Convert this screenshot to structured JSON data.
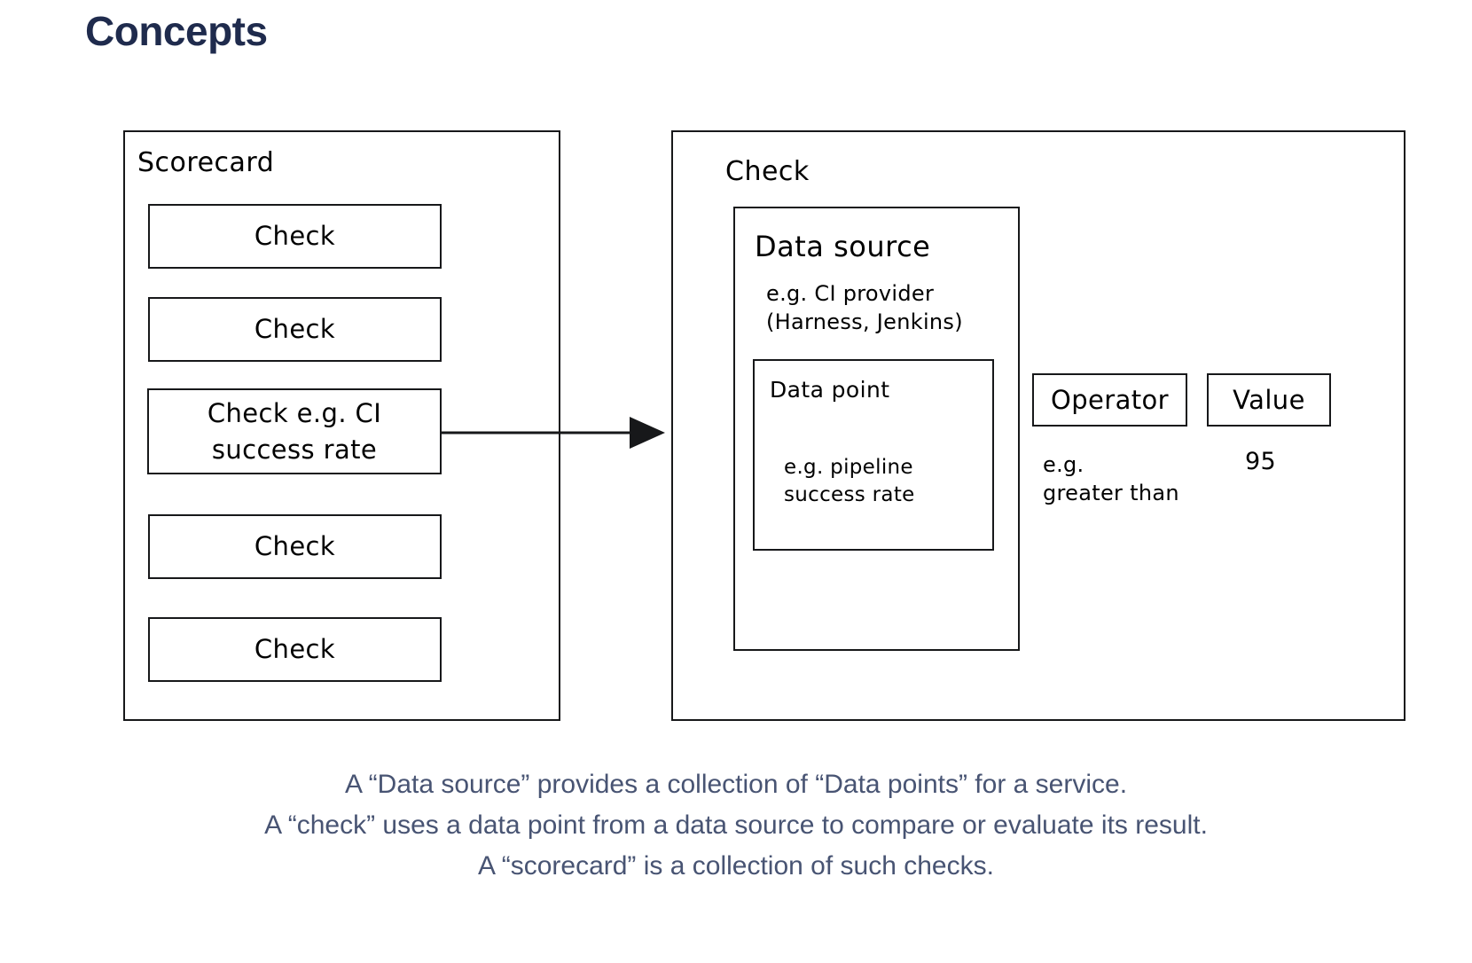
{
  "page": {
    "title": "Concepts",
    "title_color": "#1f2b4d",
    "background": "#ffffff",
    "stroke_color": "#17181a"
  },
  "scorecard": {
    "label": "Scorecard",
    "checks": [
      {
        "label": "Check"
      },
      {
        "label": "Check"
      },
      {
        "label": "Check e.g. CI\nsuccess rate"
      },
      {
        "label": "Check"
      },
      {
        "label": "Check"
      }
    ]
  },
  "arrow": {
    "name": "scorecard-to-check-arrow",
    "direction": "right"
  },
  "check_panel": {
    "label": "Check",
    "data_source": {
      "label": "Data source",
      "note": "e.g. CI provider\n(Harness, Jenkins)",
      "data_point": {
        "label": "Data point",
        "note": "e.g. pipeline\nsuccess rate"
      }
    },
    "operator": {
      "label": "Operator",
      "note": "e.g.\ngreater than"
    },
    "value": {
      "label": "Value",
      "note": "95"
    }
  },
  "caption": {
    "color": "#485473",
    "lines": [
      "A “Data source” provides a collection of “Data points” for a service.",
      "A “check” uses a data point from a data source to compare or evaluate its result.",
      "A “scorecard” is a collection of such checks."
    ]
  }
}
